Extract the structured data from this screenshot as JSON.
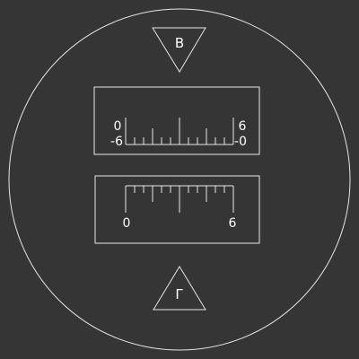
{
  "top_marker": {
    "label": "В"
  },
  "bottom_marker": {
    "label": "Г"
  },
  "upper_scale": {
    "left_top_label": "0",
    "left_bottom_label": "-6",
    "right_top_label": "6",
    "right_bottom_label": "-0",
    "divisions": 12
  },
  "lower_scale": {
    "left_label": "0",
    "right_label": "6",
    "divisions": 12
  },
  "colors": {
    "background": "#353535",
    "line": "#e6e6e6",
    "text": "#ffffff"
  }
}
